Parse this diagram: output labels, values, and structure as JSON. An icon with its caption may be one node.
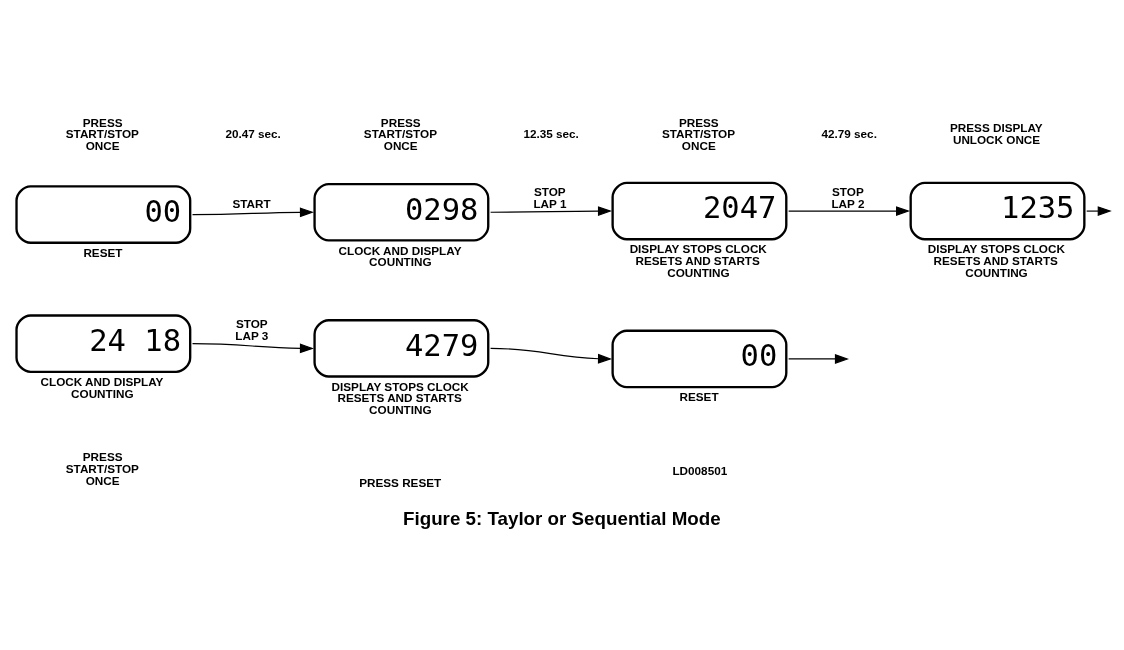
{
  "diagram": {
    "caption": "Figure 5: Taylor or Sequential Mode",
    "nodes": [
      {
        "text": [
          "00"
        ],
        "beside": [
          "RESET"
        ]
      },
      {
        "text": [
          "0298"
        ],
        "beside": [
          "CLOCK AND DISPLAY COUNTING"
        ]
      },
      {
        "text": [
          "2047"
        ],
        "beside": [
          "DISPLAY STOPS CLOCK RESETS AND STARTS COUNTING"
        ]
      },
      {
        "text": [
          "1235"
        ],
        "beside": [
          "DISPLAY STOPS CLOCK RESETS AND STARTS COUNTING"
        ]
      },
      {
        "text": [
          "24 18"
        ],
        "beside": [
          "CLOCK AND DISPLAY COUNTING"
        ]
      },
      {
        "text": [
          "4279"
        ],
        "beside": [
          "DISPLAY STOPS CLOCK RESETS AND STARTS COUNTING"
        ]
      },
      {
        "text": [
          "00"
        ],
        "beside": [
          "RESET"
        ]
      }
    ],
    "edges": [
      {
        "from": 0,
        "to": 1,
        "arrow": "to",
        "label": "START"
      },
      {
        "from": 1,
        "to": 2,
        "arrow": "to",
        "label": "STOP LAP 1"
      },
      {
        "from": 2,
        "to": 3,
        "arrow": "to",
        "label": "STOP LAP 2"
      },
      {
        "from": 3,
        "to": null,
        "arrow": "to"
      },
      {
        "from": 4,
        "to": 5,
        "arrow": "to",
        "label": "STOP LAP 3"
      },
      {
        "from": 5,
        "to": 6,
        "arrow": "to"
      },
      {
        "from": 6,
        "to": null,
        "arrow": "to"
      }
    ],
    "labels": [
      "PRESS START/STOP ONCE",
      "PRESS START/STOP ONCE",
      "PRESS START/STOP ONCE",
      "PRESS DISPLAY UNLOCK ONCE",
      "20.47 sec.",
      "12.35 sec.",
      "42.79 sec.",
      "PRESS START/STOP ONCE",
      "PRESS RESET",
      "LD008501"
    ]
  }
}
